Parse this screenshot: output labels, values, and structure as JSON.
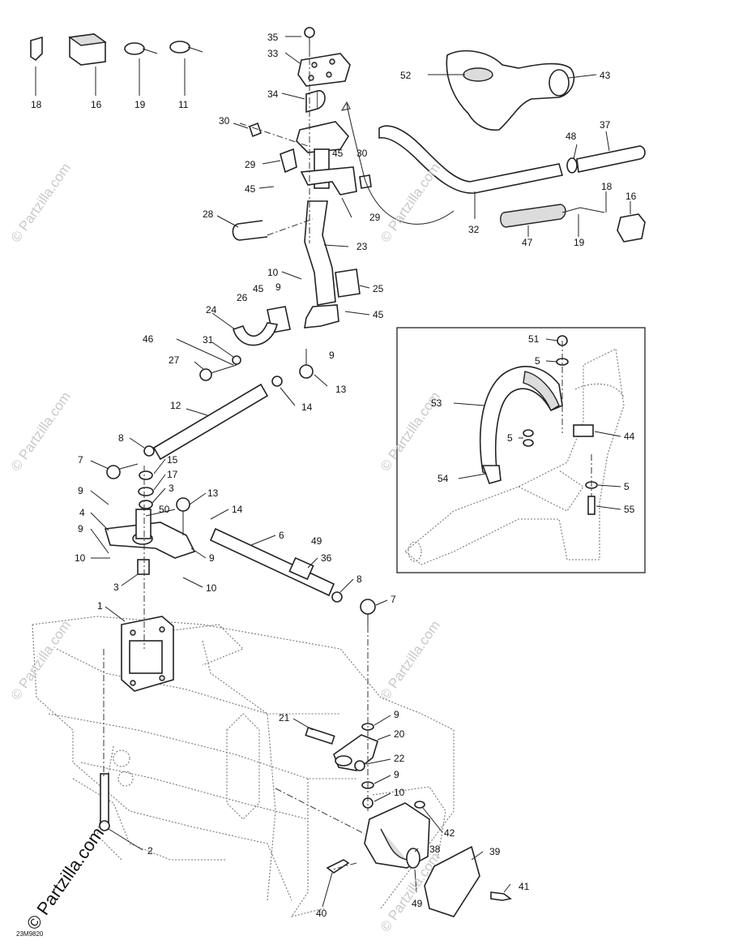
{
  "diagram": {
    "figure_code": "23M9820",
    "brand_mark": "© Partzilla.com",
    "watermark_text": "© Partzilla.com",
    "callouts": {
      "c1": "1",
      "c2": "2",
      "c3a": "3",
      "c3b": "3",
      "c4": "4",
      "c5a": "5",
      "c5b": "5",
      "c5c": "5",
      "c6": "6",
      "c7a": "7",
      "c7b": "7",
      "c8a": "8",
      "c8b": "8",
      "c9a": "9",
      "c9b": "9",
      "c9c": "9",
      "c9d": "9",
      "c9e": "9",
      "c9f": "9",
      "c9g": "9",
      "c10a": "10",
      "c10b": "10",
      "c10c": "10",
      "c10d": "10",
      "c11": "11",
      "c12": "12",
      "c13a": "13",
      "c13b": "13",
      "c14a": "14",
      "c14b": "14",
      "c15": "15",
      "c16a": "16",
      "c16b": "16",
      "c17": "17",
      "c18a": "18",
      "c18b": "18",
      "c19a": "19",
      "c19b": "19",
      "c20": "20",
      "c21": "21",
      "c22": "22",
      "c23": "23",
      "c24": "24",
      "c25": "25",
      "c26": "26",
      "c27": "27",
      "c28": "28",
      "c29a": "29",
      "c29b": "29",
      "c30a": "30",
      "c30b": "30",
      "c31": "31",
      "c32": "32",
      "c33": "33",
      "c34": "34",
      "c35": "35",
      "c36": "36",
      "c37": "37",
      "c38": "38",
      "c39": "39",
      "c40": "40",
      "c41": "41",
      "c42": "42",
      "c43": "43",
      "c44": "44",
      "c45a": "45",
      "c45b": "45",
      "c45c": "45",
      "c45d": "45",
      "c46": "46",
      "c47": "47",
      "c48": "48",
      "c49a": "49",
      "c49b": "49",
      "c50": "50",
      "c51": "51",
      "c52": "52",
      "c53": "53",
      "c54": "54",
      "c55": "55"
    }
  }
}
